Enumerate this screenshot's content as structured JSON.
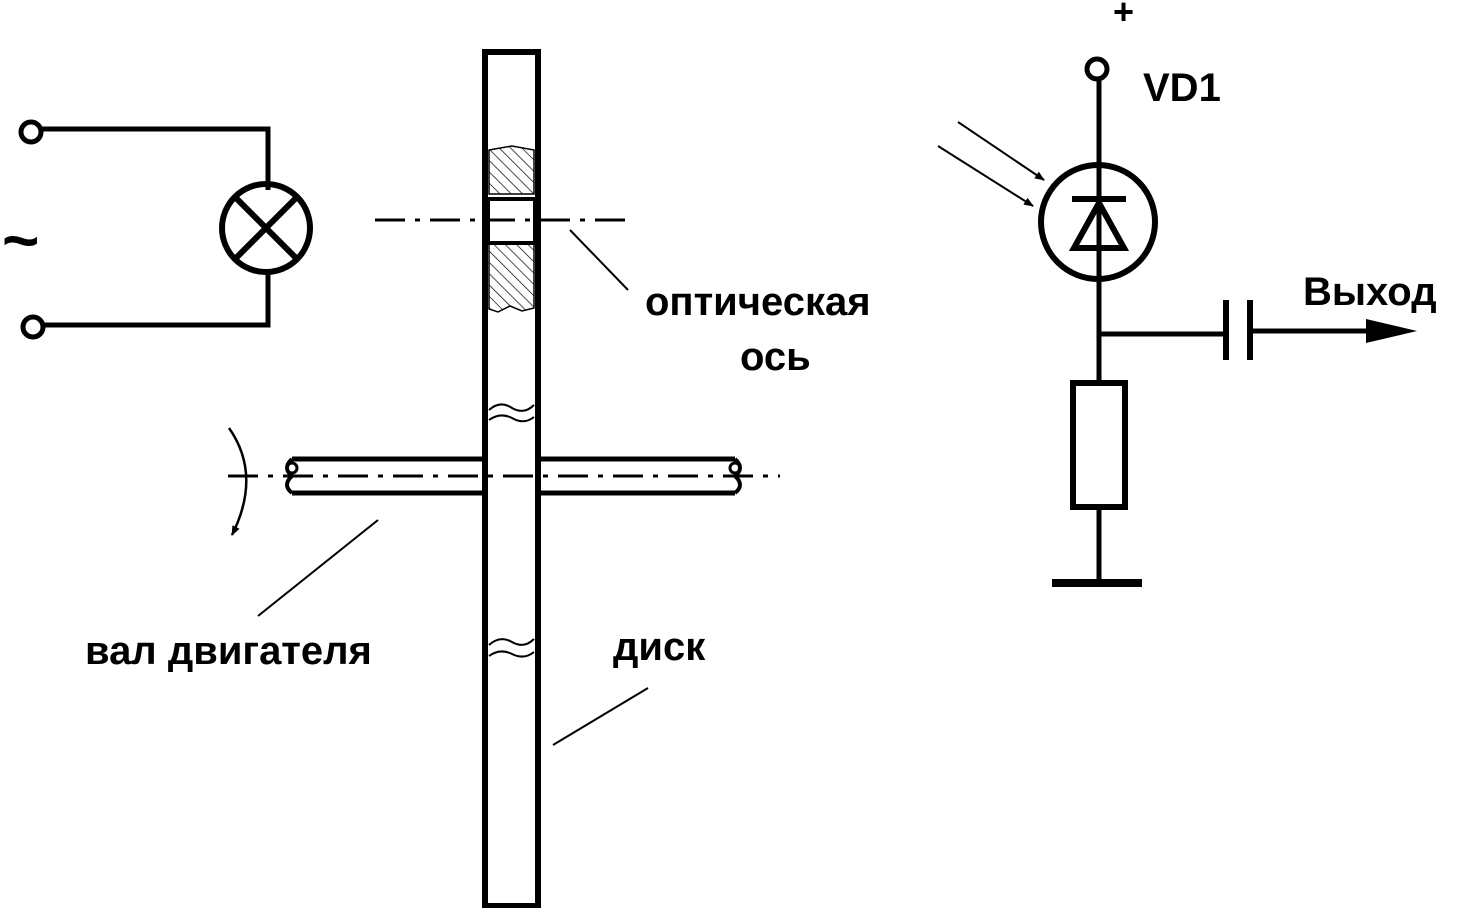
{
  "labels": {
    "ac_symbol": "~",
    "optical_axis_line1": "оптическая",
    "optical_axis_line2": "ось",
    "motor_shaft": "вал двигателя",
    "disk": "диск",
    "plus": "+",
    "photodiode": "VD1",
    "output": "Выход"
  },
  "colors": {
    "ink": "#000000",
    "background": "#ffffff"
  }
}
